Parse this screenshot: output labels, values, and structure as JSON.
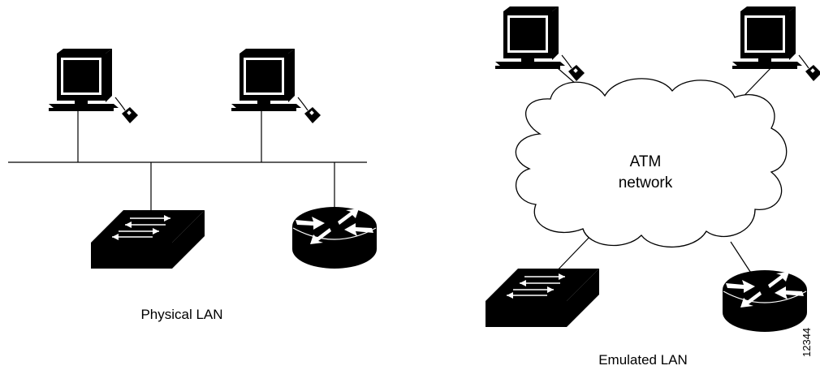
{
  "left_diagram": {
    "caption": "Physical LAN"
  },
  "right_diagram": {
    "cloud_line1": "ATM",
    "cloud_line2": "network",
    "caption": "Emulated LAN"
  },
  "figure_id": "12344",
  "icons": [
    "workstation-icon",
    "lan-switch-icon",
    "router-icon",
    "cloud-icon"
  ]
}
